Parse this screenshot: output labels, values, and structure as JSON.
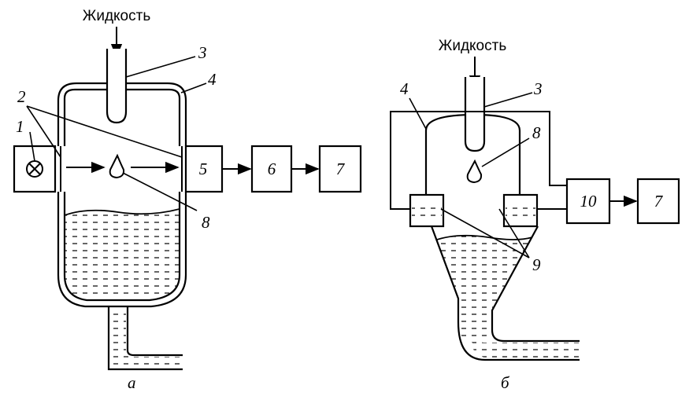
{
  "diagram": {
    "panel_a": {
      "inlet_label": "Жидкость",
      "caption": "а",
      "callouts": {
        "c1": "1",
        "c2": "2",
        "c3": "3",
        "c4": "4",
        "c8": "8"
      },
      "blocks": {
        "b5": "5",
        "b6": "6",
        "b7": "7"
      }
    },
    "panel_b": {
      "inlet_label": "Жидкость",
      "caption": "б",
      "callouts": {
        "c3": "3",
        "c4": "4",
        "c8": "8",
        "c9": "9"
      },
      "blocks": {
        "b10": "10",
        "b7": "7"
      }
    }
  }
}
